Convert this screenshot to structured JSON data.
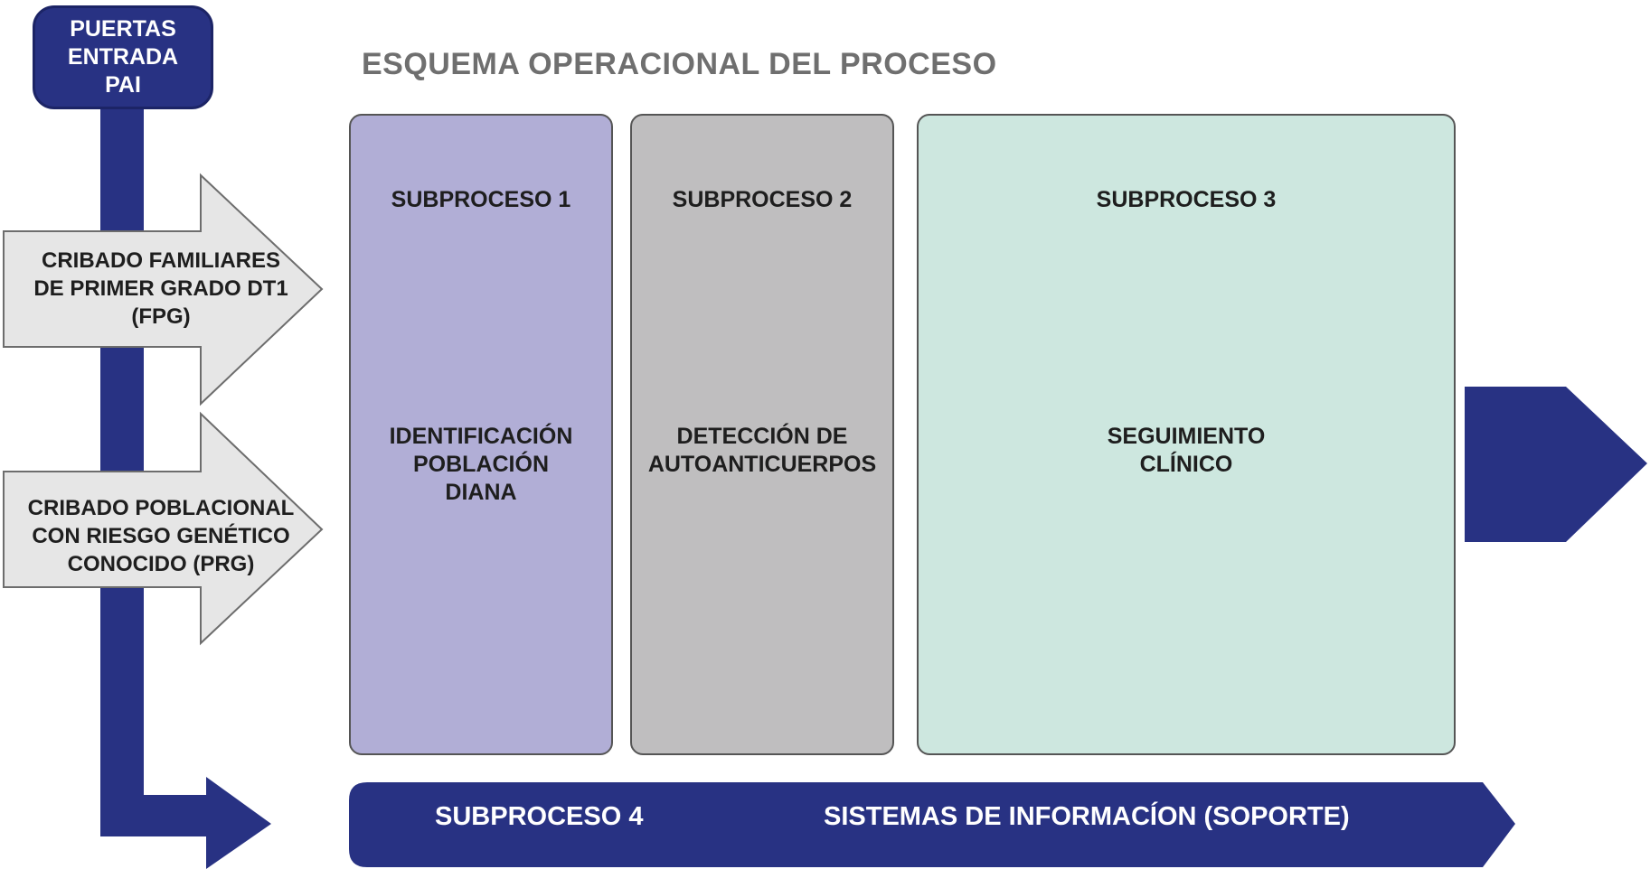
{
  "entry_box": {
    "label": "PUERTAS\nENTRADA\nPAI"
  },
  "title": "ESQUEMA OPERACIONAL DEL PROCESO",
  "entry_arrows": [
    {
      "label": "CRIBADO FAMILIARES\nDE PRIMER GRADO DT1\n(FPG)"
    },
    {
      "label": "CRIBADO POBLACIONAL\nCON RIESGO GENÉTICO\nCONOCIDO (PRG)"
    }
  ],
  "subprocesses": [
    {
      "header": "SUBPROCESO 1",
      "body": "IDENTIFICACIÓN\nPOBLACIÓN\nDIANA",
      "color": "#b1aed6"
    },
    {
      "header": "SUBPROCESO 2",
      "body": "DETECCIÓN DE\nAUTOANTICUERPOS",
      "color": "#bfbebf"
    },
    {
      "header": "SUBPROCESO 3",
      "body": "SEGUIMIENTO\nCLÍNICO",
      "color": "#cde7df"
    }
  ],
  "support_band": {
    "left_label": "SUBPROCESO 4",
    "right_label": "SISTEMAS DE INFORMACÍON (SOPORTE)"
  },
  "colors": {
    "navy": "#283283",
    "arrow_grey": "#e6e6e6",
    "title_grey": "#6f6f6f"
  }
}
